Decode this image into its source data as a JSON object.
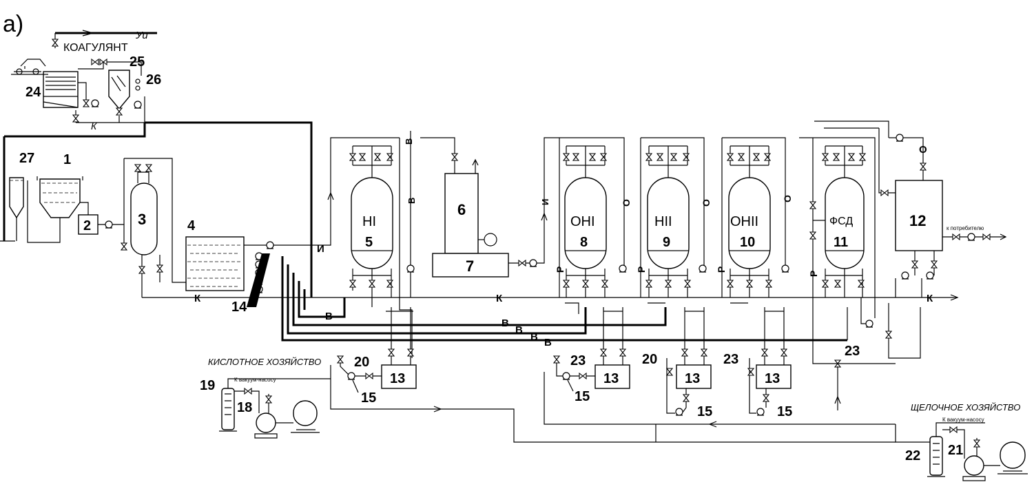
{
  "figure": {
    "panel_label": "а)",
    "top_labels": {
      "coagulant": "КОАГУЛЯНТ",
      "um": "Уи",
      "k": "К"
    },
    "equipment_numbers": [
      "1",
      "2",
      "3",
      "4",
      "5",
      "6",
      "7",
      "8",
      "9",
      "10",
      "11",
      "12",
      "13",
      "14",
      "15",
      "18",
      "19",
      "20",
      "21",
      "22",
      "23",
      "24",
      "25",
      "26",
      "27"
    ],
    "column_labels": {
      "c5": "НI",
      "c8": "OНI",
      "c9": "НII",
      "c10": "OНII",
      "c11": "ФСД"
    },
    "line_letters": {
      "K": "К",
      "V": "В",
      "I": "И",
      "O": "О",
      "R": "Р"
    },
    "acid_facility": "КИСЛОТНОЕ ХОЗЯЙСТВО",
    "alkali_facility": "ЩЕЛОЧНОЕ ХОЗЯЙСТВО",
    "vacuum_note": "К вакуум-насосу",
    "consumer_note": "к потребителю"
  }
}
